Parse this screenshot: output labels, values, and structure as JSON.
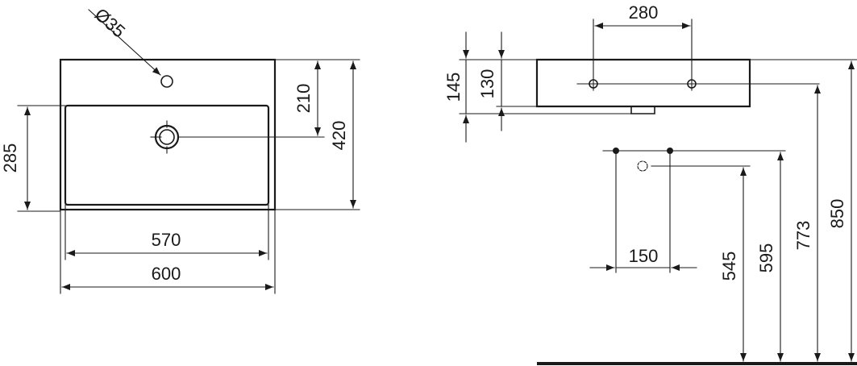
{
  "top_view": {
    "hole_diameter_label": "Ø35",
    "inner_height_label": "285",
    "hole_to_drain_label": "210",
    "outer_depth_label": "420",
    "inner_width_label": "570",
    "outer_width_label": "600"
  },
  "side_view": {
    "tap_spacing_label": "280",
    "overall_height_label": "145",
    "inner_height_label": "130",
    "fixing_spacing_label": "150",
    "waste_height_label": "545",
    "fixing_height_label": "595",
    "rim_height_label": "773",
    "top_height_label": "850"
  }
}
